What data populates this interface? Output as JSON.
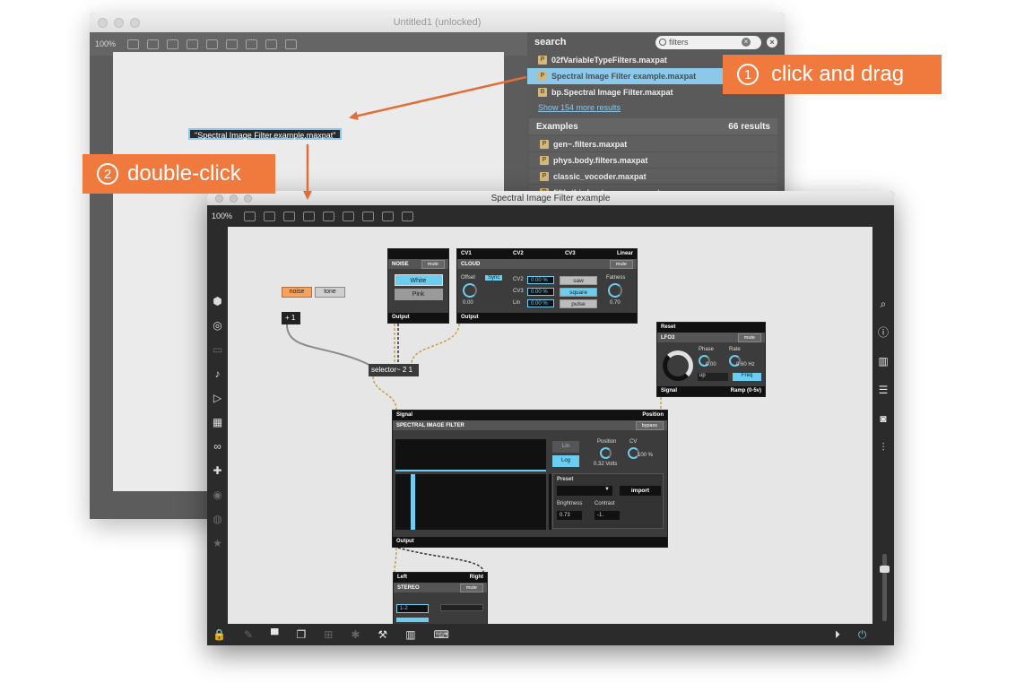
{
  "back_window": {
    "title": "Untitled1 (unlocked)",
    "zoom": "100%",
    "message_box": "\"Spectral Image Filter.example.maxpat\"",
    "search": {
      "label": "search",
      "query": "filters",
      "results": [
        {
          "name": "02fVariableTypeFilters.maxpat",
          "selected": false
        },
        {
          "name": "Spectral Image Filter example.maxpat",
          "selected": true
        },
        {
          "name": "bp.Spectral Image Filter.maxpat",
          "selected": false
        }
      ],
      "show_more": "Show 154 more results",
      "examples_label": "Examples",
      "examples_count": "66 results",
      "examples": [
        "gen~.filters.maxpat",
        "phys.body.filters.maxpat",
        "classic_vocoder.maxpat",
        "fifth-third-octave-eq.maxpat"
      ]
    }
  },
  "front_window": {
    "title": "Spectral Image Filter example",
    "zoom": "100%",
    "patch": {
      "noise_btn": "noise",
      "tone_btn": "tone",
      "plus_obj": "+ 1",
      "selector_obj": "selector~ 2 1",
      "noise_panel": {
        "top": "NOISE",
        "mute": "mute",
        "white": "White",
        "pink": "Pink",
        "out": "Output"
      },
      "cloud_panel": {
        "cv1": "CV1",
        "cv2": "CV2",
        "cv3": "CV3",
        "linear": "Linear",
        "name": "CLOUD",
        "mute": "mute",
        "offset_label": "Offset",
        "offset_val": "0.00",
        "sync": "Sync",
        "cv2_label": "CV2",
        "cv2_val": "0.00 %",
        "cv3_label": "CV3",
        "cv3_val": "0.00 %",
        "lin_label": "Lin",
        "lin_val": "0.00 %",
        "saw": "saw",
        "square": "square",
        "pulse": "pulse",
        "fatness_label": "Fatness",
        "fatness_val": "0.70",
        "out": "Output"
      },
      "lfo_panel": {
        "reset": "Reset",
        "name": "LFO3",
        "mute": "mute",
        "phase_label": "Phase",
        "phase_val": "0.00",
        "rate_label": "Rate",
        "rate_val": "0.60 Hz",
        "mode_val": "up",
        "freq": "Freq",
        "signal": "Signal",
        "ramp": "Ramp (0-5v)"
      },
      "sif_panel": {
        "signal": "Signal",
        "position": "Position",
        "name": "SPECTRAL IMAGE FILTER",
        "bypass": "bypass",
        "lin": "Lin",
        "log": "Log",
        "position_label": "Position",
        "position_val": "0.32 Volts",
        "cv_label": "CV",
        "cv_val": "100 %",
        "preset_label": "Preset",
        "import": "import",
        "brightness_label": "Brightness",
        "brightness_val": "0.73",
        "contrast_label": "Contrast",
        "contrast_val": "-1.",
        "out": "Output"
      },
      "stereo_panel": {
        "left": "Left",
        "right": "Right",
        "name": "STEREO",
        "mute": "mute",
        "channels": "1-2"
      }
    }
  },
  "callouts": {
    "step1_num": "1",
    "step1_text": "click and drag",
    "step2_num": "2",
    "step2_text": "double-click"
  },
  "colors": {
    "accent_orange": "#f07a3e",
    "highlight_blue": "#6bb9e4",
    "max_cyan": "#6bcdf0"
  }
}
